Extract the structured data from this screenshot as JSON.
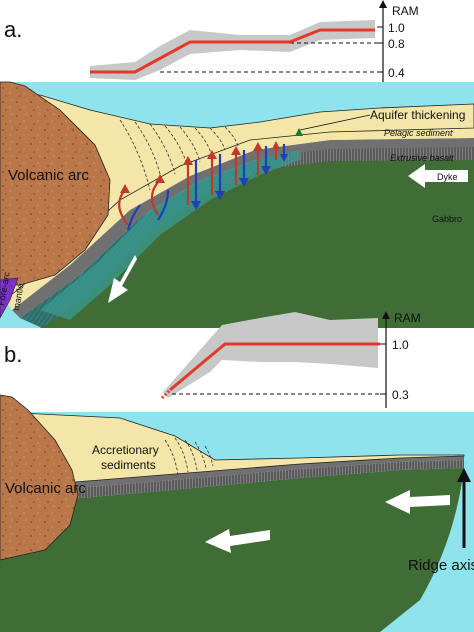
{
  "panel_a": {
    "letter": "a.",
    "ram_axis": {
      "title": "RAM",
      "ticks": [
        "1.0",
        "0.8",
        "0.4"
      ]
    },
    "labels": {
      "volcanic_arc": "Volcanic arc",
      "aquifer": "Aquifer thickening",
      "pelagic": "Pelagic sediment",
      "extrusive": "Extrusive basalt",
      "dyke": "Dyke",
      "gabbro": "Gabbro",
      "forearc_line1": "Fore-arc",
      "forearc_line2": "mantle"
    }
  },
  "panel_b": {
    "letter": "b.",
    "ram_axis": {
      "title": "RAM",
      "ticks": [
        "1.0",
        "0.3"
      ]
    },
    "labels": {
      "accretionary_line1": "Accretionary",
      "accretionary_line2": "sediments",
      "volcanic_arc": "Volcanic arc",
      "ridge_axis": "Ridge axis"
    }
  },
  "colors": {
    "ocean": "#8fe3ec",
    "sediment": "#f3e6a8",
    "arc": "#b9774a",
    "gabbro": "#3f6d35",
    "basalt": "#707070",
    "mantle": "#7a2fc9",
    "ram_line": "#e23a2a",
    "ram_band": "#c8c8c8",
    "flow_red": "#c0392b",
    "flow_blue": "#1f3fb8",
    "arrow": "#ffffff"
  }
}
